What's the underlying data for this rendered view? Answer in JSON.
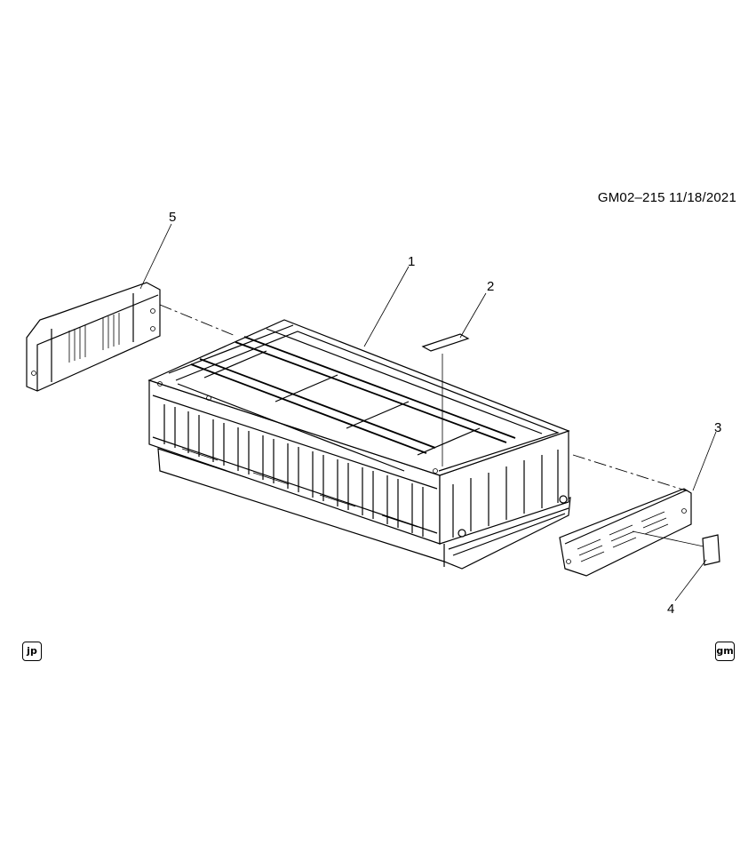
{
  "header": {
    "code": "GM02–215  11/18/2021"
  },
  "callouts": {
    "c1": "1",
    "c2": "2",
    "c3": "3",
    "c4": "4",
    "c5": "5"
  },
  "badges": {
    "left": "jp",
    "right": "gm"
  }
}
